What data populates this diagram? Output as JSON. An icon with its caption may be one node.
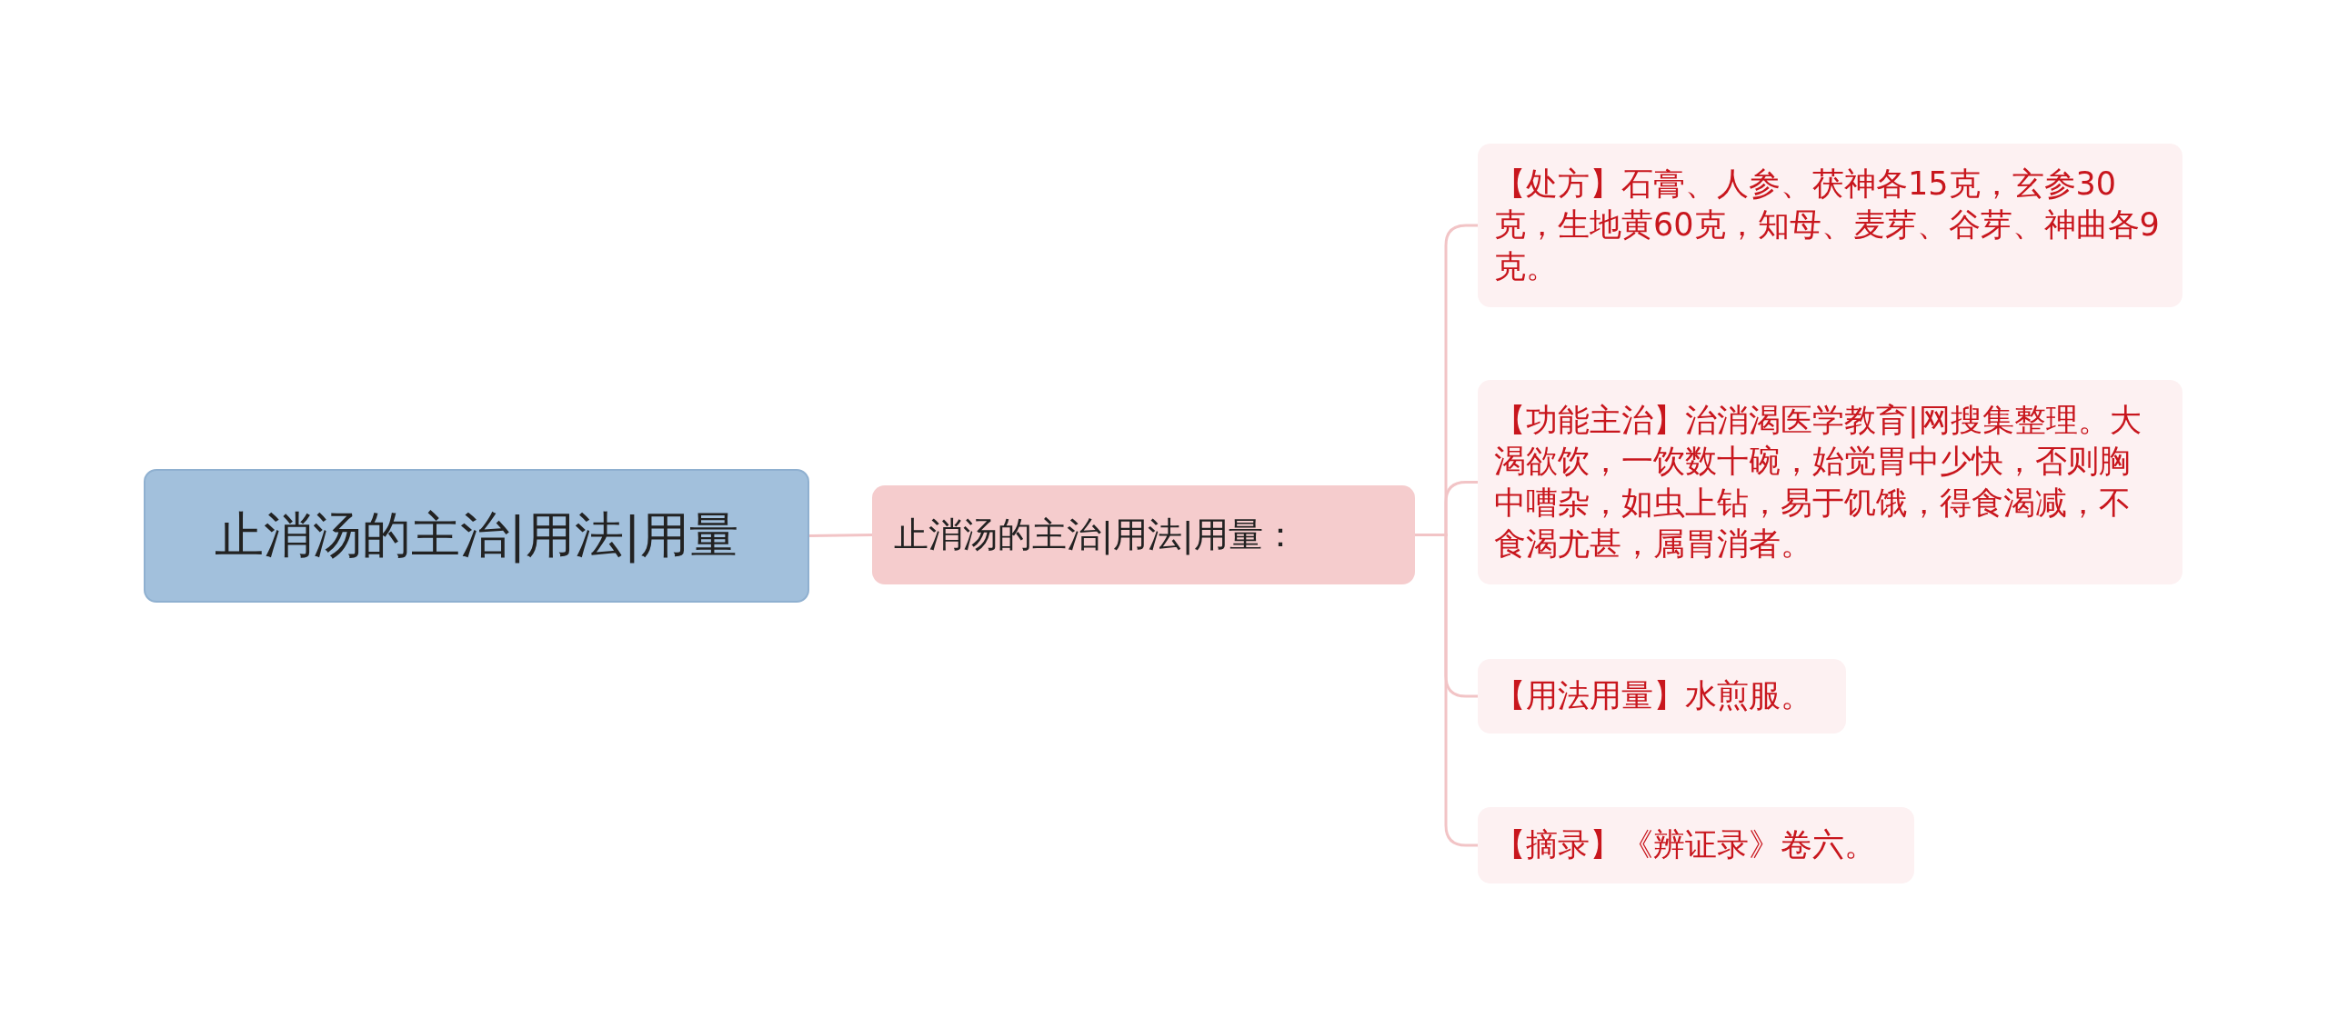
{
  "diagram": {
    "nodes": [
      {
        "text": [
          "止消汤的主治|用法|用量"
        ]
      },
      {
        "text": [
          "止消汤的主治|用法|用量："
        ]
      },
      {
        "text": [
          "【处方】石膏、人参、茯神各15克，玄参30克，生地黄60克，知母、麦芽、谷芽、神曲各9克。"
        ]
      },
      {
        "text": [
          "【功能主治】治消渴医学教育|网搜集整理。大渴欲饮，一饮数十碗，始觉胃中少快，否则胸中嘈杂，如虫上钻，易于饥饿，得食渴减，不食渴尤甚，属胃消者。"
        ]
      },
      {
        "text": [
          "【用法用量】水煎服。"
        ]
      },
      {
        "text": [
          "【摘录】《辨证录》卷六。"
        ]
      }
    ],
    "edges": [
      {
        "from": 0,
        "to": 1,
        "arrow": "none"
      },
      {
        "from": 1,
        "to": 2,
        "arrow": "none"
      },
      {
        "from": 1,
        "to": 3,
        "arrow": "none"
      },
      {
        "from": 1,
        "to": 4,
        "arrow": "none"
      },
      {
        "from": 1,
        "to": 5,
        "arrow": "none"
      }
    ]
  }
}
